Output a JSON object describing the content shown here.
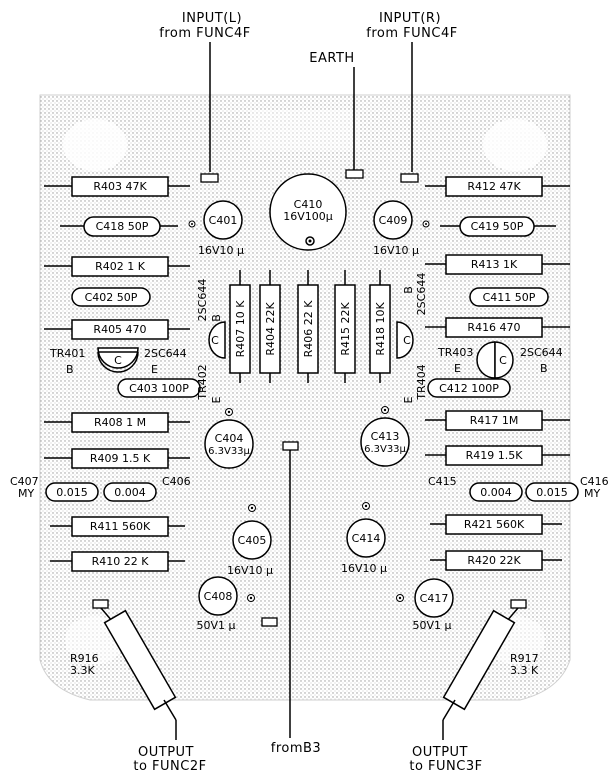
{
  "labels": {
    "input_l_1": "INPUT(L)",
    "input_l_2": "from FUNC4F",
    "input_r_1": "INPUT(R)",
    "input_r_2": "from FUNC4F",
    "earth": "EARTH",
    "output_l_1": "OUTPUT",
    "output_l_2": "to FUNC2F",
    "from_b3": "fromB3",
    "output_r_1": "OUTPUT",
    "output_r_2": "to FUNC3F"
  },
  "components": {
    "R403": "R403 47K",
    "R412": "R412 47K",
    "C418": "C418 50P",
    "C419": "C419 50P",
    "R402": "R402 1 K",
    "R413": "R413 1K",
    "C402": "C402 50P",
    "C411": "C411 50P",
    "R405": "R405 470",
    "R416": "R416 470",
    "C403": "C403 100P",
    "C412": "C412 100P",
    "R408": "R408 1 M",
    "R417": "R417 1M",
    "R409": "R409 1.5 K",
    "R419": "R419 1.5K",
    "R411": "R411 560K",
    "R421": "R421 560K",
    "R410": "R410 22 K",
    "R420": "R420 22K",
    "R407": "R407 10 K",
    "R404": "R404 22K",
    "R406": "R406 22 K",
    "R415": "R415 22K",
    "R418": "R418 10K",
    "R916_1": "R916",
    "R916_2": "3.3K",
    "R917_1": "R917",
    "R917_2": "3.3 K",
    "C410_1": "C410",
    "C410_2": "16V100µ",
    "C401": "C401",
    "C401_v": "16V10 µ",
    "C409": "C409",
    "C409_v": "16V10 µ",
    "C404_1": "C404",
    "C404_2": "6.3V33µ",
    "C413_1": "C413",
    "C413_2": "6.3V33µ",
    "C405": "C405",
    "C405_v": "16V10 µ",
    "C414": "C414",
    "C414_v": "16V10 µ",
    "C408": "C408",
    "C408_v": "50V1 µ",
    "C417": "C417",
    "C417_v": "50V1 µ",
    "C407_1": "C407",
    "C407_2": "MY",
    "C407_val": "0.015",
    "C406_val": "0.004",
    "C406": "C406",
    "C415": "C415",
    "C415_val": "0.004",
    "C416_val": "0.015",
    "C416_1": "C416",
    "C416_2": "MY",
    "TR401": "TR401",
    "TR401_type": "2SC644",
    "TR403": "TR403",
    "TR403_type": "2SC644",
    "TR402_type": "2SC644",
    "TR402_name": "TR402",
    "TR404_type": "2SC644",
    "TR404_name": "TR404",
    "pin_b": "B",
    "pin_c": "C",
    "pin_e": "E"
  }
}
